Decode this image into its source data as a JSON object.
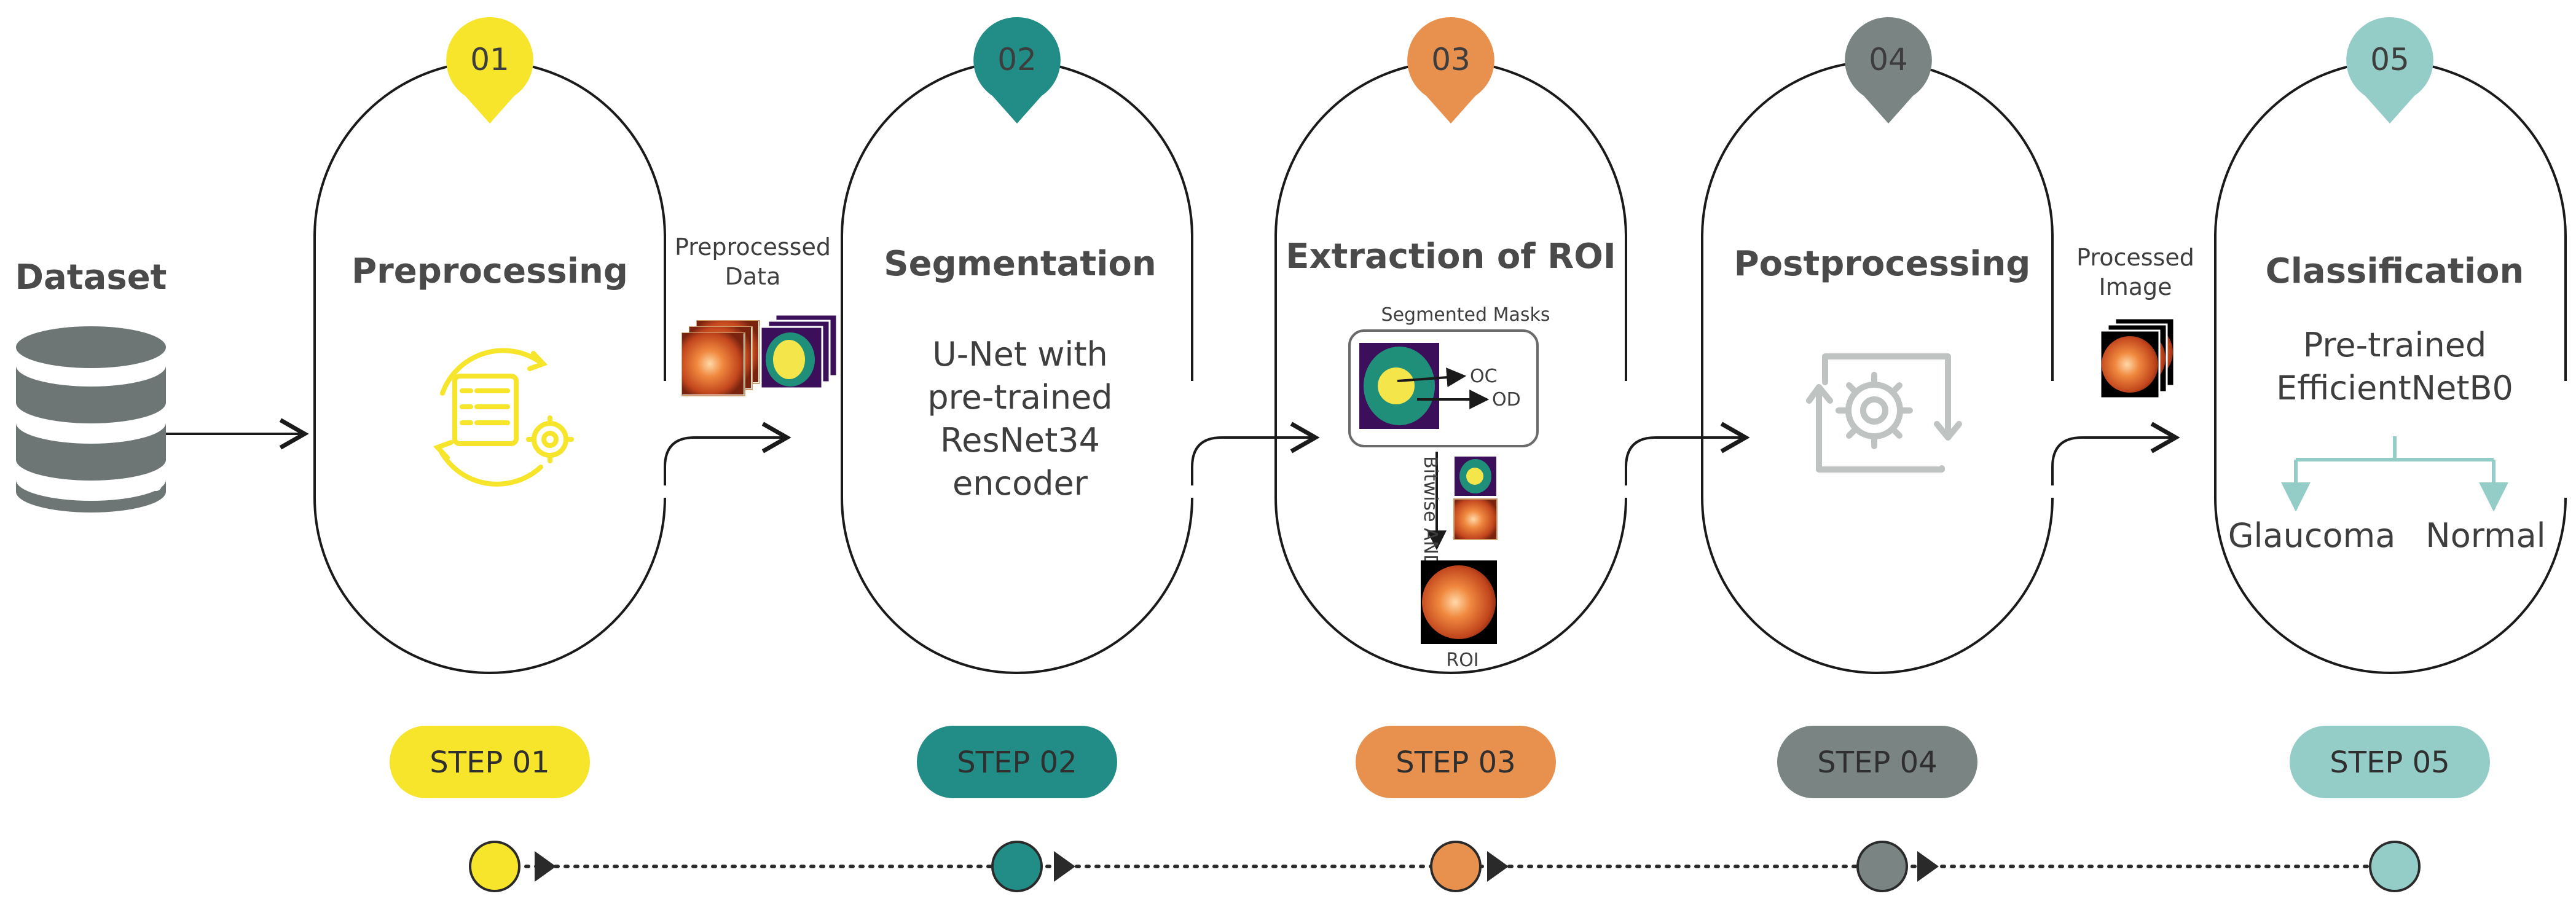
{
  "colors": {
    "step1": "#f6e52b",
    "step2": "#218d86",
    "step3": "#e8914f",
    "step4": "#7a8583",
    "step5": "#94cdc7",
    "outline": "#1a1a1a",
    "db": "#6e7675",
    "fundus_orange": "#d9652a",
    "mask_purple": "#3c0f5a",
    "mask_teal": "#1f8f7a",
    "mask_yellow": "#f4e64a"
  },
  "dataset": {
    "label": "Dataset",
    "icon": "database-icon"
  },
  "arrow_labels": {
    "preprocessed": [
      "Preprocessed",
      "Data"
    ],
    "processed": [
      "Processed",
      "Image"
    ]
  },
  "steps": [
    {
      "num": "01",
      "title": "Preprocessing",
      "step": "STEP 01",
      "icon": "preprocessing-cycle-icon"
    },
    {
      "num": "02",
      "title": "Segmentation",
      "step": "STEP 02",
      "body": [
        "U-Net with",
        "pre-trained",
        "ResNet34",
        "encoder"
      ]
    },
    {
      "num": "03",
      "title": "Extraction of ROI",
      "step": "STEP 03",
      "masks_label": "Segmented Masks",
      "oc": "OC",
      "od": "OD",
      "bitwise": "Bitwise AND",
      "roi": "ROI"
    },
    {
      "num": "04",
      "title": "Postprocessing",
      "step": "STEP 04",
      "icon": "postprocessing-gear-icon"
    },
    {
      "num": "05",
      "title": "Classification",
      "step": "STEP 05",
      "body": [
        "Pre-trained",
        "EfficientNetB0"
      ],
      "classes": [
        "Glaucoma",
        "Normal"
      ]
    }
  ]
}
